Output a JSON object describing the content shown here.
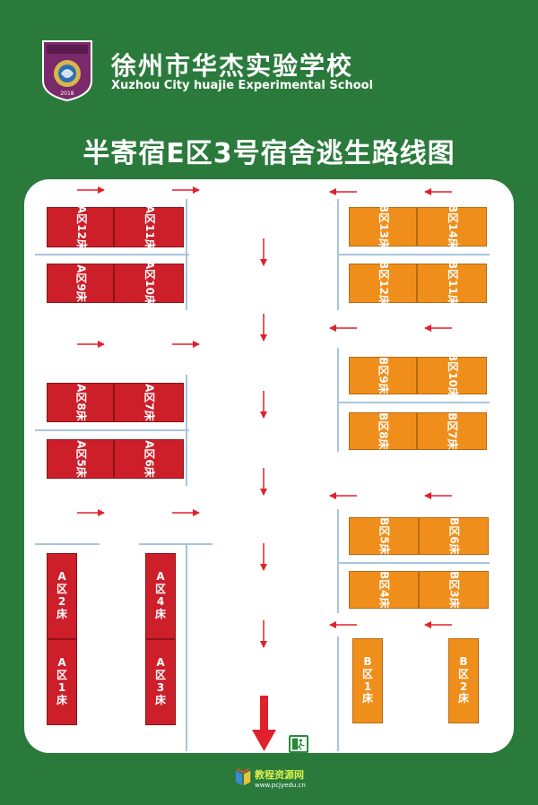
{
  "header": {
    "school_name_cn": "徐州市华杰实验学校",
    "school_name_en": "Xuzhou City huajie Experimental School",
    "logo_text": "2018",
    "title": "半寄宿E区3号宿舍逃生路线图"
  },
  "beds": {
    "a12": "A区12床",
    "a11": "A区11床",
    "a9": "A区9床",
    "a10": "A区10床",
    "a8": "A区8床",
    "a7": "A区7床",
    "a5": "A区5床",
    "a6": "A区6床",
    "a2": "A\n区\n2\n床",
    "a1": "A\n区\n1\n床",
    "a4": "A\n区\n4\n床",
    "a3": "A\n区\n3\n床",
    "b13": "B区13床",
    "b14": "B区14床",
    "b12": "B区12床",
    "b11": "B区11床",
    "b9": "B区9床",
    "b10": "B区10床",
    "b8": "B区8床",
    "b7": "B区7床",
    "b5": "B区5床",
    "b6": "B区6床",
    "b4": "B区4床",
    "b3": "B区3床",
    "b1": "B\n区\n1\n床",
    "b2": "B\n区\n2\n床"
  },
  "colors": {
    "background": "#2a7a3c",
    "zone_a": "#cc1f2a",
    "zone_b": "#f08e1c",
    "arrow": "#e0202a"
  },
  "icons": {
    "exit": "emergency-exit-icon",
    "arrow": "escape-arrow-icon"
  },
  "footer": {
    "site_name": "教程资源网",
    "url": "www.pcjyedu.cn"
  }
}
